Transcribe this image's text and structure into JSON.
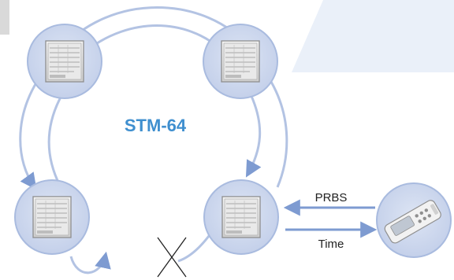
{
  "diagram": {
    "ring_label": "STM-64",
    "signals": {
      "upper_label": "PRBS",
      "lower_label": "Time"
    },
    "nodes": [
      {
        "id": "node-top-left",
        "icon": "network-element-rack"
      },
      {
        "id": "node-top-right",
        "icon": "network-element-rack"
      },
      {
        "id": "node-bottom-left",
        "icon": "network-element-rack"
      },
      {
        "id": "node-bottom-right",
        "icon": "network-element-rack"
      }
    ],
    "test_device": {
      "icon": "handheld-tester"
    },
    "fault_marker": {
      "icon": "break-x"
    },
    "colors": {
      "ring_line": "#b3c3e3",
      "node_circle": "#ccd6ec",
      "node_outline": "#a9bbdf",
      "label_accent": "#3f8fcf",
      "background_panel": "#eaf0f9",
      "arrow": "#7e9bd1"
    }
  }
}
